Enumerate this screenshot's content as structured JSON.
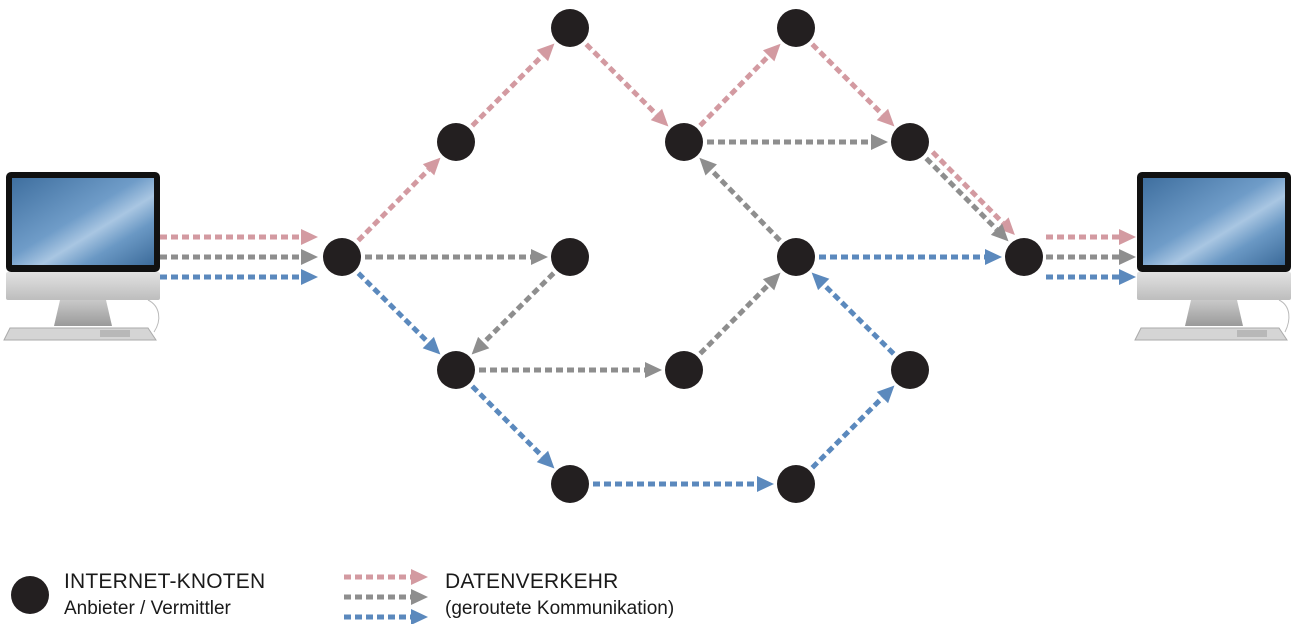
{
  "colors": {
    "pink": "#d39aa1",
    "gray": "#8e8e8e",
    "blue": "#5b89bd",
    "node": "#231f20"
  },
  "legend": {
    "node_title": "INTERNET-KNOTEN",
    "node_subtitle": "Anbieter / Vermittler",
    "traffic_title": "DATENVERKEHR",
    "traffic_subtitle": "(geroutete Kommunikation)"
  },
  "nodes": [
    "n1",
    "n2",
    "n3",
    "n4",
    "n5",
    "n6",
    "n7",
    "n8",
    "n9",
    "n10",
    "n11",
    "n12",
    "n13",
    "n14"
  ],
  "routes": {
    "pink": [
      [
        "sender",
        "n1"
      ],
      [
        "n1",
        "n2"
      ],
      [
        "n2",
        "n3"
      ],
      [
        "n3",
        "n4"
      ],
      [
        "n4",
        "n5"
      ],
      [
        "n5",
        "n6"
      ],
      [
        "n6",
        "n7"
      ],
      [
        "n7",
        "receiver"
      ]
    ],
    "gray": [
      [
        "sender",
        "n1"
      ],
      [
        "n1",
        "n8"
      ],
      [
        "n8",
        "n9"
      ],
      [
        "n9",
        "n10"
      ],
      [
        "n10",
        "n11"
      ],
      [
        "n11",
        "n4"
      ],
      [
        "n4",
        "n6"
      ],
      [
        "n6",
        "n7"
      ],
      [
        "n7",
        "receiver"
      ]
    ],
    "blue": [
      [
        "sender",
        "n1"
      ],
      [
        "n1",
        "n9"
      ],
      [
        "n9",
        "n12"
      ],
      [
        "n12",
        "n13"
      ],
      [
        "n13",
        "n14"
      ],
      [
        "n14",
        "n11"
      ],
      [
        "n11",
        "n7"
      ],
      [
        "n7",
        "receiver"
      ]
    ]
  }
}
